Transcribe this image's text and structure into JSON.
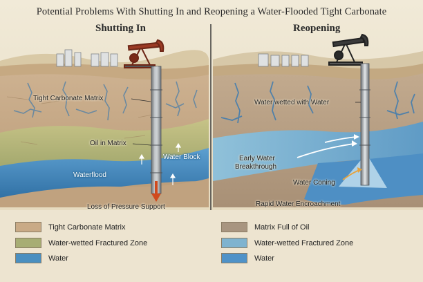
{
  "title": "Potential Problems With Shutting In and Reopening a Water-Flooded Tight Carbonate",
  "left_panel": {
    "heading": "Shutting In",
    "labels": {
      "matrix": "Tight Carbonate Matrix",
      "oil": "Oil in Matrix",
      "water_block": "Water Block",
      "waterflood": "Waterflood",
      "pressure": "Loss of Pressure Support"
    }
  },
  "right_panel": {
    "heading": "Reopening",
    "labels": {
      "wetted": "Water wetted with Water",
      "breakthrough_1": "Early Water",
      "breakthrough_2": "Breakthrough",
      "coning": "Water Coning",
      "encroachment": "Rapid Water Encroachment"
    }
  },
  "legend_left": [
    {
      "label": "Tight Carbonate Matrix",
      "color": "#c9aa86"
    },
    {
      "label": "Water-wetted Fractured Zone",
      "color": "#a7ad74"
    },
    {
      "label": "Water",
      "color": "#4a8fc0"
    }
  ],
  "legend_right": [
    {
      "label": "Matrix Full of Oil",
      "color": "#a89580"
    },
    {
      "label": "Water-wetted Fractured Zone",
      "color": "#7fb3cf"
    },
    {
      "label": "Water",
      "color": "#4f92c8"
    }
  ],
  "colors": {
    "sky": "#e7e0cc",
    "rock": "#c9aa86",
    "oil_band": "#b8b37a",
    "water": "#3f86bf",
    "pumpjack_left": "#9b3a24",
    "pumpjack_right": "#3a3a3a"
  }
}
